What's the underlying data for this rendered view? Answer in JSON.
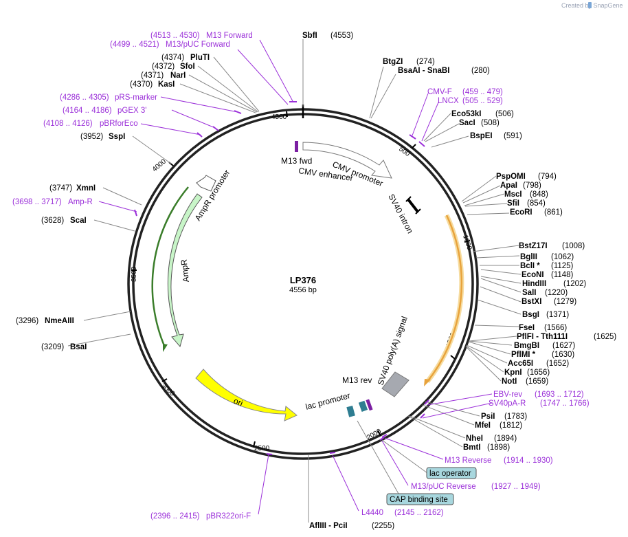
{
  "watermark": "Created by SnapGene",
  "plasmid": {
    "name": "LP376",
    "length_label": "4556 bp",
    "length": 4556
  },
  "ticks": [
    {
      "pos": 500,
      "label": "500"
    },
    {
      "pos": 1000,
      "label": "1000"
    },
    {
      "pos": 1500,
      "label": "1500"
    },
    {
      "pos": 2000,
      "label": "2000"
    },
    {
      "pos": 2500,
      "label": "2500"
    },
    {
      "pos": 3000,
      "label": "3000"
    },
    {
      "pos": 3500,
      "label": "3500"
    },
    {
      "pos": 4000,
      "label": "4000"
    },
    {
      "pos": 4500,
      "label": "4500"
    }
  ],
  "sites": [
    {
      "name": "SbfI",
      "pos": "(4553)"
    },
    {
      "name": "BtgZI",
      "pos": "(274)"
    },
    {
      "name": "BsaAI  - SnaBI",
      "pos": "(280)"
    },
    {
      "name": "Eco53kI",
      "pos": "(506)"
    },
    {
      "name": "SacI",
      "pos": "(508)"
    },
    {
      "name": "BspEI",
      "pos": "(591)"
    },
    {
      "name": "PspOMI",
      "pos": "(794)"
    },
    {
      "name": "ApaI",
      "pos": "(798)"
    },
    {
      "name": "MscI",
      "pos": "(848)"
    },
    {
      "name": "SfiI",
      "pos": "(854)"
    },
    {
      "name": "EcoRI",
      "pos": "(861)"
    },
    {
      "name": "BstZ17I",
      "pos": "(1008)"
    },
    {
      "name": "BglII",
      "pos": "(1062)"
    },
    {
      "name": "BclI *",
      "pos": "(1125)"
    },
    {
      "name": "EcoNI",
      "pos": "(1148)"
    },
    {
      "name": "HindIII",
      "pos": "(1202)"
    },
    {
      "name": "SalI",
      "pos": "(1220)"
    },
    {
      "name": "BstXI",
      "pos": "(1279)"
    },
    {
      "name": "BsgI",
      "pos": "(1371)"
    },
    {
      "name": "FseI",
      "pos": "(1566)"
    },
    {
      "name": "PflFI  - Tth111I",
      "pos": "(1625)"
    },
    {
      "name": "BmgBI",
      "pos": "(1627)"
    },
    {
      "name": "PflMI *",
      "pos": "(1630)"
    },
    {
      "name": "Acc65I",
      "pos": "(1652)"
    },
    {
      "name": "KpnI",
      "pos": "(1656)"
    },
    {
      "name": "NotI",
      "pos": "(1659)"
    },
    {
      "name": "PsiI",
      "pos": "(1783)"
    },
    {
      "name": "MfeI",
      "pos": "(1812)"
    },
    {
      "name": "NheI",
      "pos": "(1894)"
    },
    {
      "name": "BmtI",
      "pos": "(1898)"
    },
    {
      "name": "AflIII  - PciI",
      "pos": "(2255)"
    },
    {
      "name": "BsaI",
      "pos": "(3209)"
    },
    {
      "name": "NmeAIII",
      "pos": "(3296)"
    },
    {
      "name": "ScaI",
      "pos": "(3628)"
    },
    {
      "name": "XmnI",
      "pos": "(3747)"
    },
    {
      "name": "SspI",
      "pos": "(3952)"
    },
    {
      "name": "KasI",
      "pos": "(4370)"
    },
    {
      "name": "NarI",
      "pos": "(4371)"
    },
    {
      "name": "SfoI",
      "pos": "(4372)"
    },
    {
      "name": "PluTI",
      "pos": "(4374)"
    }
  ],
  "primers": [
    {
      "name": "M13 Forward",
      "range": "(4513 .. 4530)"
    },
    {
      "name": "M13/pUC Forward",
      "range": "(4499 .. 4521)"
    },
    {
      "name": "pRS-marker",
      "range": "(4286 .. 4305)"
    },
    {
      "name": "pGEX 3'",
      "range": "(4164 .. 4186)"
    },
    {
      "name": "pBRforEco",
      "range": "(4108 .. 4126)"
    },
    {
      "name": "Amp-R",
      "range": "(3698 .. 3717)"
    },
    {
      "name": "CMV-F",
      "range": "(459 .. 479)"
    },
    {
      "name": "LNCX",
      "range": "(505 .. 529)"
    },
    {
      "name": "EBV-rev",
      "range": "(1693 .. 1712)"
    },
    {
      "name": "SV40pA-R",
      "range": "(1747 .. 1766)"
    },
    {
      "name": "M13 Reverse",
      "range": "(1914 .. 1930)"
    },
    {
      "name": "M13/pUC Reverse",
      "range": "(1927 .. 1949)"
    },
    {
      "name": "L4440",
      "range": "(2145 .. 2162)"
    },
    {
      "name": "pBR322ori-F",
      "range": "(2396 .. 2415)"
    }
  ],
  "boxed_labels": [
    {
      "name": "lac operator"
    },
    {
      "name": "CAP binding site"
    }
  ],
  "features": [
    {
      "name": "M13 fwd",
      "color": "#7b1fa2"
    },
    {
      "name": "CMV enhancer",
      "color": "#ffffff"
    },
    {
      "name": "CMV promoter",
      "color": "#ffffff"
    },
    {
      "name": "SV40 intron",
      "color": "#000000"
    },
    {
      "name": "SV40 poly(A) signal",
      "color": "#a6a9b0"
    },
    {
      "name": "M13 rev",
      "color": "#7b1fa2"
    },
    {
      "name": "lac promoter",
      "color": "#2e7d91"
    },
    {
      "name": "ori",
      "color": "#ffff00"
    },
    {
      "name": "AmpR",
      "color": "#c8f5c8"
    },
    {
      "name": "AmpR promoter",
      "color": "#ffffff"
    }
  ],
  "colors": {
    "backbone": "#222222",
    "primer": "#9b30d9",
    "orange_arc": "#e8a33c",
    "green_arc": "#3a7d2a",
    "box_fill": "#a8d7de"
  }
}
